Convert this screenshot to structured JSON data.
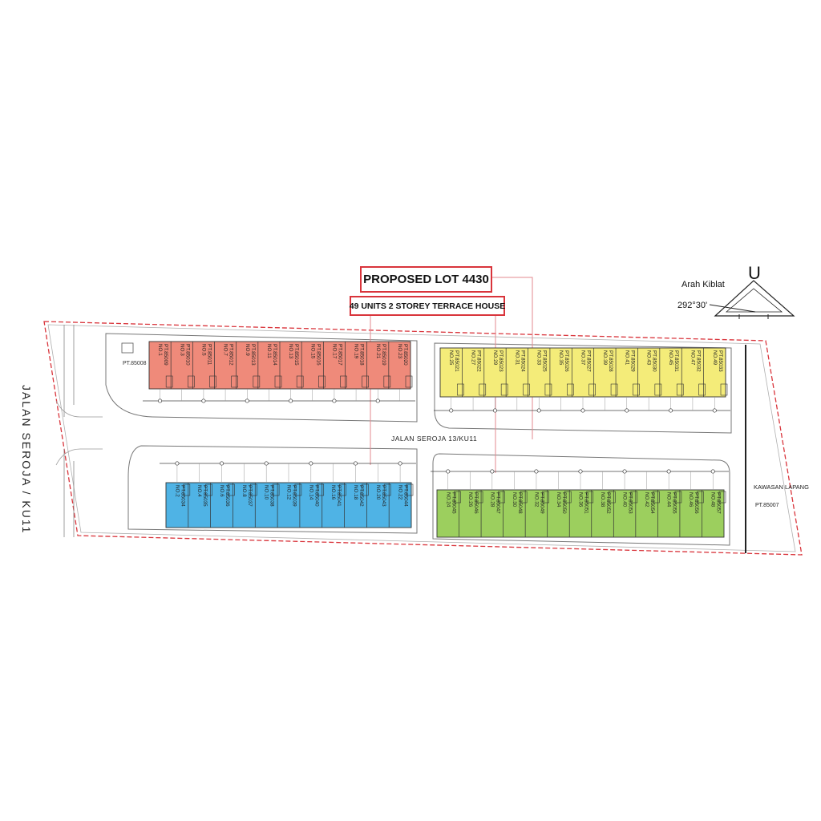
{
  "title": "PROPOSED LOT 4430",
  "subtitle": "49 UNITS 2 STOREY TERRACE HOUSE",
  "compass": {
    "north": "U",
    "qibla_label": "Arah Kiblat",
    "qibla_bearing": "292°30'"
  },
  "roads": {
    "main": "JALAN SEROJA / KU11",
    "inner": "JALAN SEROJA 13/KU11"
  },
  "open_space": {
    "name": "KAWASAN LAPANG",
    "lot": "PT.85007"
  },
  "corner_lot": "PT.85008",
  "colors": {
    "red": "#ef8a7a",
    "yellow": "#f4ec79",
    "blue": "#4fb3e5",
    "green": "#9ccf5e",
    "boundary": "#d9343b"
  },
  "blocks": [
    {
      "id": "block-a",
      "color": "red",
      "units": [
        {
          "no": "NO.1",
          "pt": "PT.85009"
        },
        {
          "no": "NO.3",
          "pt": "PT.85010"
        },
        {
          "no": "NO.5",
          "pt": "PT.85011"
        },
        {
          "no": "NO.7",
          "pt": "PT.85012"
        },
        {
          "no": "NO.9",
          "pt": "PT.85013"
        },
        {
          "no": "NO.11",
          "pt": "PT.85014"
        },
        {
          "no": "NO.13",
          "pt": "PT.85015"
        },
        {
          "no": "NO.15",
          "pt": "PT.85016"
        },
        {
          "no": "NO.17",
          "pt": "PT.85017"
        },
        {
          "no": "NO.19",
          "pt": "PT.85018"
        },
        {
          "no": "NO.21",
          "pt": "PT.85019"
        },
        {
          "no": "NO.23",
          "pt": "PT.85020"
        }
      ]
    },
    {
      "id": "block-b",
      "color": "yellow",
      "units": [
        {
          "no": "NO.25",
          "pt": "PT.85021"
        },
        {
          "no": "NO.27",
          "pt": "PT.85022"
        },
        {
          "no": "NO.29",
          "pt": "PT.85023"
        },
        {
          "no": "NO.31",
          "pt": "PT.85024"
        },
        {
          "no": "NO.33",
          "pt": "PT.85025"
        },
        {
          "no": "NO.35",
          "pt": "PT.85026"
        },
        {
          "no": "NO.37",
          "pt": "PT.85027"
        },
        {
          "no": "NO.39",
          "pt": "PT.85028"
        },
        {
          "no": "NO.41",
          "pt": "PT.85029"
        },
        {
          "no": "NO.43",
          "pt": "PT.85030"
        },
        {
          "no": "NO.45",
          "pt": "PT.85031"
        },
        {
          "no": "NO.47",
          "pt": "PT.85032"
        },
        {
          "no": "NO.49",
          "pt": "PT.85033"
        }
      ]
    },
    {
      "id": "block-c",
      "color": "blue",
      "units": [
        {
          "no": "NO.2",
          "pt": "PT.85034"
        },
        {
          "no": "NO.4",
          "pt": "PT.85035"
        },
        {
          "no": "NO.6",
          "pt": "PT.85036"
        },
        {
          "no": "NO.8",
          "pt": "PT.85037"
        },
        {
          "no": "NO.10",
          "pt": "PT.85038"
        },
        {
          "no": "NO.12",
          "pt": "PT.85039"
        },
        {
          "no": "NO.14",
          "pt": "PT.85040"
        },
        {
          "no": "NO.16",
          "pt": "PT.85041"
        },
        {
          "no": "NO.18",
          "pt": "PT.85042"
        },
        {
          "no": "NO.20",
          "pt": "PT.85043"
        },
        {
          "no": "NO.22",
          "pt": "PT.85044"
        }
      ]
    },
    {
      "id": "block-d",
      "color": "green",
      "units": [
        {
          "no": "NO.24",
          "pt": "PT.85045"
        },
        {
          "no": "NO.26",
          "pt": "PT.85046"
        },
        {
          "no": "NO.28",
          "pt": "PT.85047"
        },
        {
          "no": "NO.30",
          "pt": "PT.85048"
        },
        {
          "no": "NO.32",
          "pt": "PT.85049"
        },
        {
          "no": "NO.34",
          "pt": "PT.85050"
        },
        {
          "no": "NO.36",
          "pt": "PT.85051"
        },
        {
          "no": "NO.38",
          "pt": "PT.85052"
        },
        {
          "no": "NO.40",
          "pt": "PT.85053"
        },
        {
          "no": "NO.42",
          "pt": "PT.85054"
        },
        {
          "no": "NO.44",
          "pt": "PT.85055"
        },
        {
          "no": "NO.46",
          "pt": "PT.85056"
        },
        {
          "no": "NO.48",
          "pt": "PT.85057"
        }
      ]
    }
  ]
}
